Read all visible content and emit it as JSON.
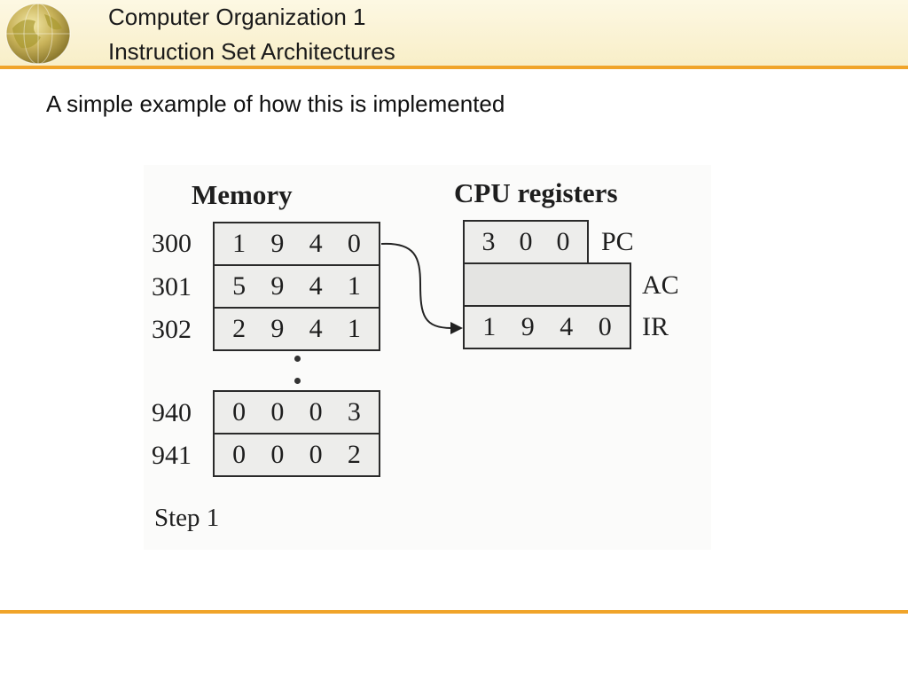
{
  "header": {
    "title_line1": "Computer Organization 1",
    "title_line2": "Instruction Set Architectures",
    "accent_color": "#f0a42a"
  },
  "subtitle": "A simple example of how this is implemented",
  "diagram": {
    "memory_header": "Memory",
    "cpu_header": "CPU registers",
    "memory_rows": [
      {
        "address": "300",
        "digits": [
          "1",
          "9",
          "4",
          "0"
        ]
      },
      {
        "address": "301",
        "digits": [
          "5",
          "9",
          "4",
          "1"
        ]
      },
      {
        "address": "302",
        "digits": [
          "2",
          "9",
          "4",
          "1"
        ]
      },
      {
        "address": "940",
        "digits": [
          "0",
          "0",
          "0",
          "3"
        ]
      },
      {
        "address": "941",
        "digits": [
          "0",
          "0",
          "0",
          "2"
        ]
      }
    ],
    "registers": {
      "pc": {
        "name": "PC",
        "digits": [
          "3",
          "0",
          "0"
        ]
      },
      "ac": {
        "name": "AC",
        "digits": []
      },
      "ir": {
        "name": "IR",
        "digits": [
          "1",
          "9",
          "4",
          "0"
        ]
      }
    },
    "step_label": "Step 1"
  }
}
